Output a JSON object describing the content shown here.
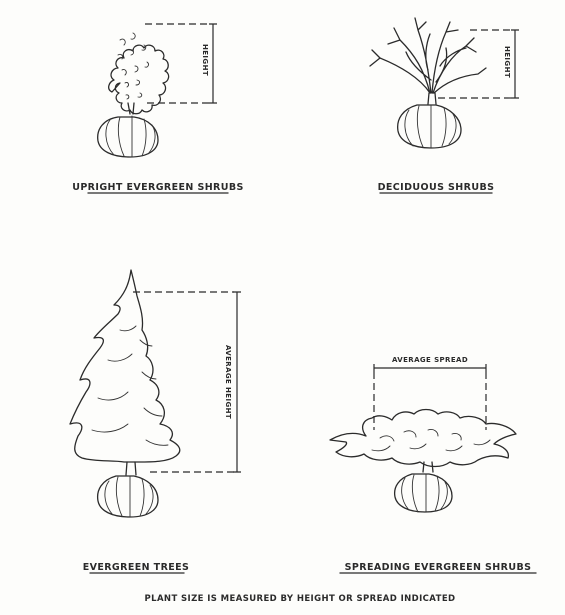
{
  "captions": {
    "upright_shrubs": "UPRIGHT EVERGREEN SHRUBS",
    "deciduous_shrubs": "DECIDUOUS SHRUBS",
    "evergreen_trees": "EVERGREEN TREES",
    "spreading_shrubs": "SPREADING EVERGREEN SHRUBS"
  },
  "dimension_labels": {
    "height": "HEIGHT",
    "average_height": "AVERAGE HEIGHT",
    "average_spread": "AVERAGE SPREAD"
  },
  "footer_note": "PLANT SIZE IS MEASURED BY HEIGHT OR SPREAD INDICATED",
  "colors": {
    "ink": "#2b2b2b",
    "paper": "#fdfdfb"
  }
}
